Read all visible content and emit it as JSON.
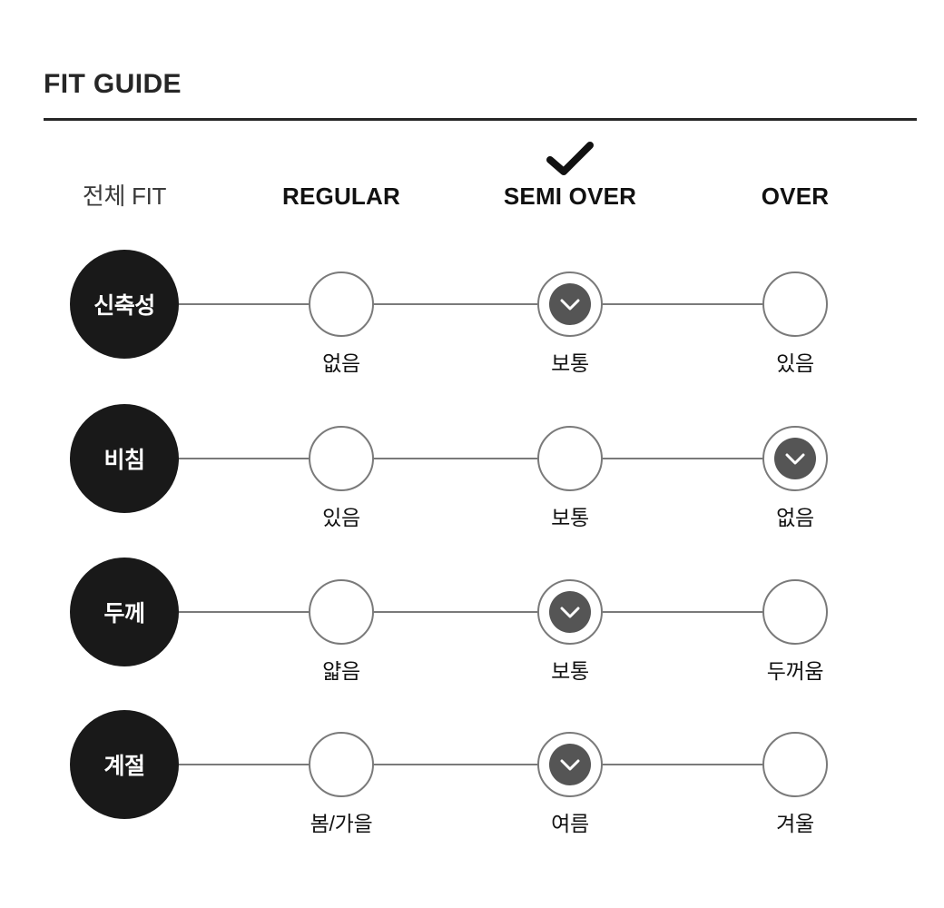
{
  "section": {
    "title": "FIT GUIDE"
  },
  "header": {
    "axis_label": "전체 FIT",
    "columns": [
      {
        "label": "REGULAR",
        "checked": false
      },
      {
        "label": "SEMI OVER",
        "checked": true
      },
      {
        "label": "OVER",
        "checked": false
      }
    ],
    "check_icon": "check-icon"
  },
  "colors": {
    "badge_bg": "#191919",
    "badge_text": "#ffffff",
    "selected_fill": "#555555",
    "ring": "#7a7a7a",
    "rule": "#262626",
    "text": "#111111"
  },
  "rows": [
    {
      "category": "신축성",
      "selected_index": 1,
      "options": [
        "없음",
        "보통",
        "있음"
      ]
    },
    {
      "category": "비침",
      "selected_index": 2,
      "options": [
        "있음",
        "보통",
        "없음"
      ]
    },
    {
      "category": "두께",
      "selected_index": 1,
      "options": [
        "얇음",
        "보통",
        "두꺼움"
      ]
    },
    {
      "category": "계절",
      "selected_index": 1,
      "options": [
        "봄/가을",
        "여름",
        "겨울"
      ]
    }
  ]
}
